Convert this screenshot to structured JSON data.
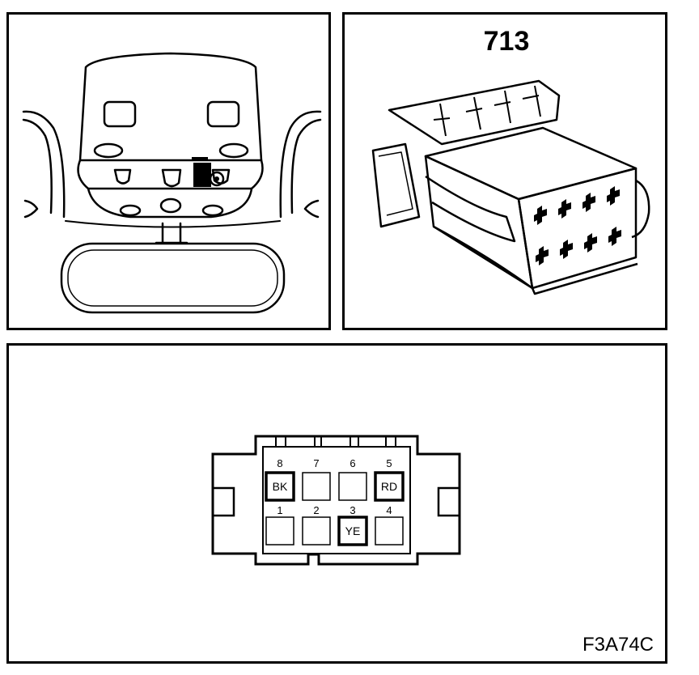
{
  "connector": {
    "id": "713",
    "figure_code": "F3A74C",
    "top_row": [
      {
        "number": "8",
        "label": "BK",
        "highlighted": true
      },
      {
        "number": "7",
        "label": "",
        "highlighted": false
      },
      {
        "number": "6",
        "label": "",
        "highlighted": false
      },
      {
        "number": "5",
        "label": "RD",
        "highlighted": true
      }
    ],
    "bottom_row": [
      {
        "number": "1",
        "label": "",
        "highlighted": false
      },
      {
        "number": "2",
        "label": "",
        "highlighted": false
      },
      {
        "number": "3",
        "label": "YE",
        "highlighted": true
      },
      {
        "number": "4",
        "label": "",
        "highlighted": false
      }
    ]
  },
  "colors": {
    "line": "#000000",
    "background": "#ffffff"
  }
}
